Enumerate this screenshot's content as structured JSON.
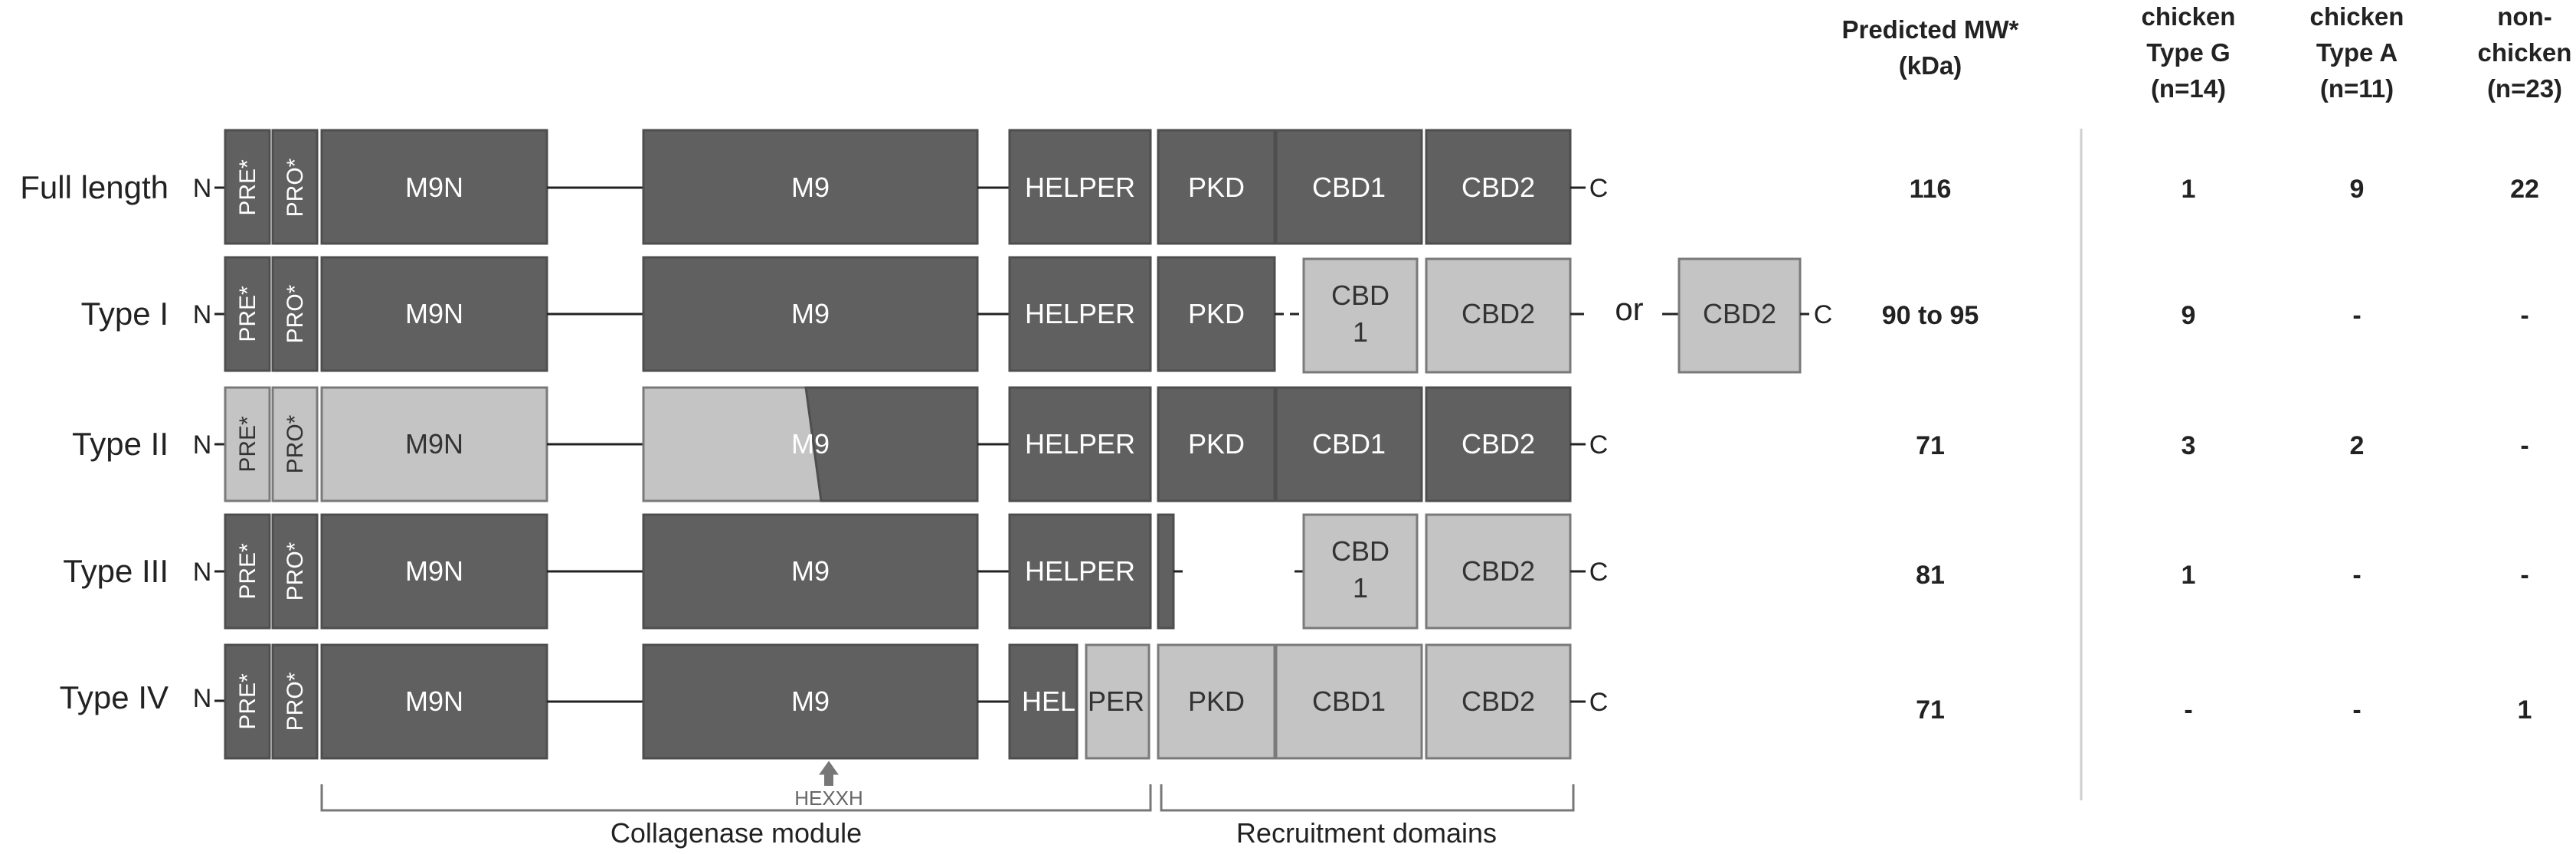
{
  "rows": [
    {
      "label": "Full length",
      "mw": "116",
      "chicken_g": "1",
      "chicken_a": "9",
      "non_chicken": "22"
    },
    {
      "label": "Type I",
      "mw": "90 to 95",
      "chicken_g": "9",
      "chicken_a": "-",
      "non_chicken": "-"
    },
    {
      "label": "Type II",
      "mw": "71",
      "chicken_g": "3",
      "chicken_a": "2",
      "non_chicken": "-"
    },
    {
      "label": "Type III",
      "mw": "81",
      "chicken_g": "1",
      "chicken_a": "-",
      "non_chicken": "-"
    },
    {
      "label": "Type IV",
      "mw": "71",
      "chicken_g": "-",
      "chicken_a": "-",
      "non_chicken": "1"
    }
  ],
  "terminal_n": "N",
  "terminal_c": "C",
  "domains": {
    "pre": "PRE*",
    "pro": "PRO*",
    "m9n": "M9N",
    "m9": "M9",
    "helper": "HELPER",
    "helper_split_a": "HEL",
    "helper_split_b": "PER",
    "pkd": "PKD",
    "cbd1": "CBD1",
    "cbd1_line1": "CBD",
    "cbd1_line2": "1",
    "cbd2": "CBD2"
  },
  "or_label": "or",
  "motif_label": "HEXXH",
  "modules": {
    "collagenase": "Collagenase module",
    "recruitment": "Recruitment domains"
  },
  "headers": {
    "mw_line1": "Predicted MW*",
    "mw_line2": "(kDa)",
    "cg_line1": "chicken",
    "cg_line2": "Type G",
    "cg_line3": "(n=14)",
    "ca_line1": "chicken",
    "ca_line2": "Type A",
    "ca_line3": "(n=11)",
    "nc_line1": "non-",
    "nc_line2": "chicken",
    "nc_line3": "(n=23)"
  },
  "colors": {
    "domain_dark": "#606060",
    "domain_light": "#c4c4c4"
  }
}
